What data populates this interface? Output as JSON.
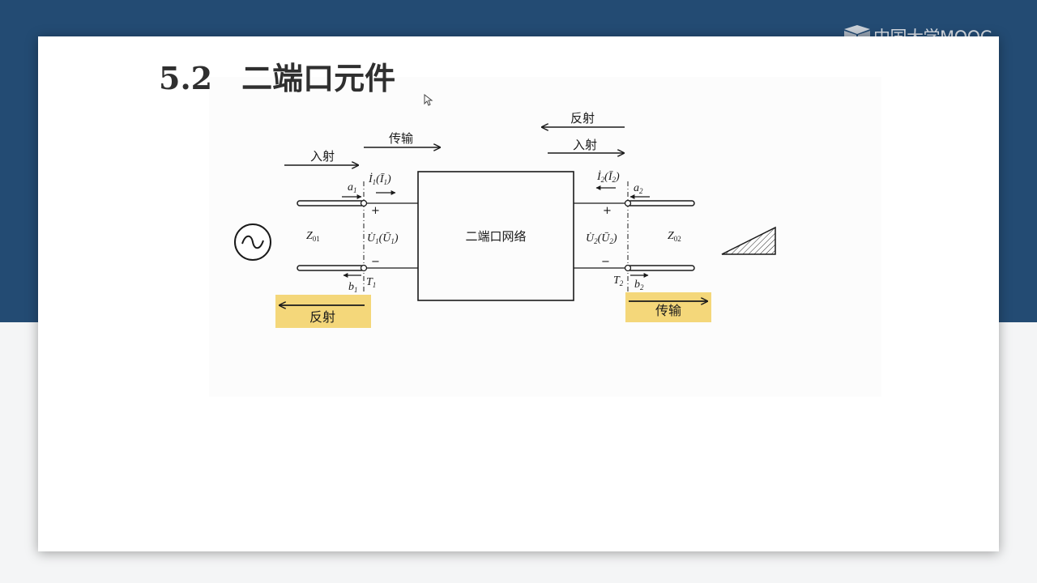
{
  "logo": {
    "text": "中国大学MOOC"
  },
  "slide": {
    "section_number": "5.2",
    "title": "二端口元件"
  },
  "diagram": {
    "network_label": "二端口网络",
    "arrows": {
      "incident_left": "入射",
      "transmission_top": "传输",
      "reflection_top": "反射",
      "incident_right": "入射",
      "reflection_bottom_left": "反射",
      "transmission_bottom_right": "传输"
    },
    "port1": {
      "impedance": "Z",
      "impedance_sub": "01",
      "a": "a",
      "a_sub": "1",
      "b": "b",
      "b_sub": "1",
      "T": "T",
      "T_sub": "1",
      "current": "İ",
      "current_sub": "1",
      "current_paren": "(Ī",
      "current_paren_sub": "1",
      "current_close": ")",
      "voltage": "U̇",
      "voltage_sub": "1",
      "voltage_paren": "(Ū",
      "voltage_paren_sub": "1",
      "voltage_close": ")",
      "plus": "+",
      "minus": "−"
    },
    "port2": {
      "impedance": "Z",
      "impedance_sub": "02",
      "a": "a",
      "a_sub": "2",
      "b": "b",
      "b_sub": "2",
      "T": "T",
      "T_sub": "2",
      "current": "İ",
      "current_sub": "2",
      "current_paren": "(Ī",
      "current_paren_sub": "2",
      "current_close": ")",
      "voltage": "U̇",
      "voltage_sub": "2",
      "voltage_paren": "(Ū",
      "voltage_paren_sub": "2",
      "voltage_close": ")",
      "plus": "+",
      "minus": "−"
    },
    "colors": {
      "highlight": "#f4d77a",
      "line": "#1a1a1a"
    }
  }
}
